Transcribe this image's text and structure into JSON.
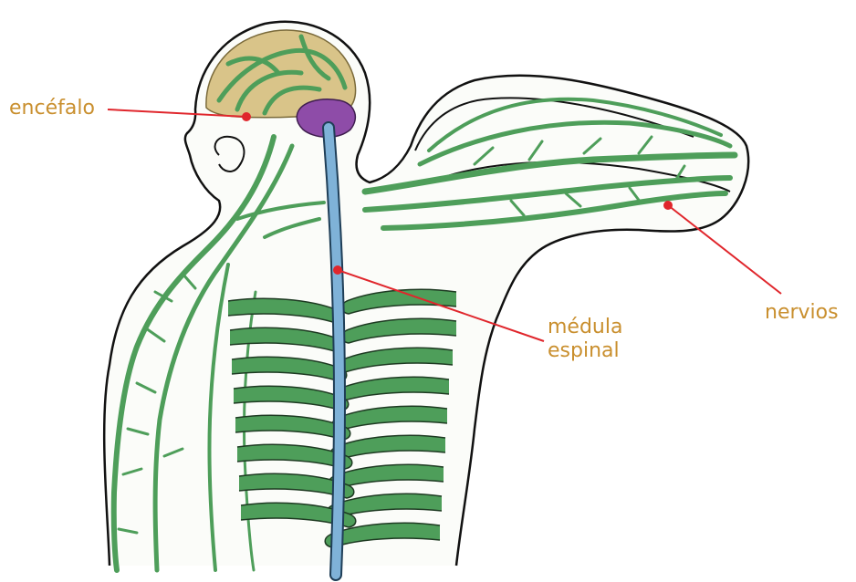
{
  "labels": {
    "brain": "encéfalo",
    "spinal_cord_line1": "médula",
    "spinal_cord_line2": "espinal",
    "nerves": "nervios"
  },
  "colors": {
    "label_text": "#C98F2E",
    "leader_line": "#E0262C",
    "nerve_fill": "#4E9E5A",
    "nerve_outline": "#1E3A22",
    "spinal_cord": "#7FB2D8",
    "brain": "#D9C489",
    "cerebellum": "#8E4CA8",
    "skin_outline": "#111111"
  }
}
